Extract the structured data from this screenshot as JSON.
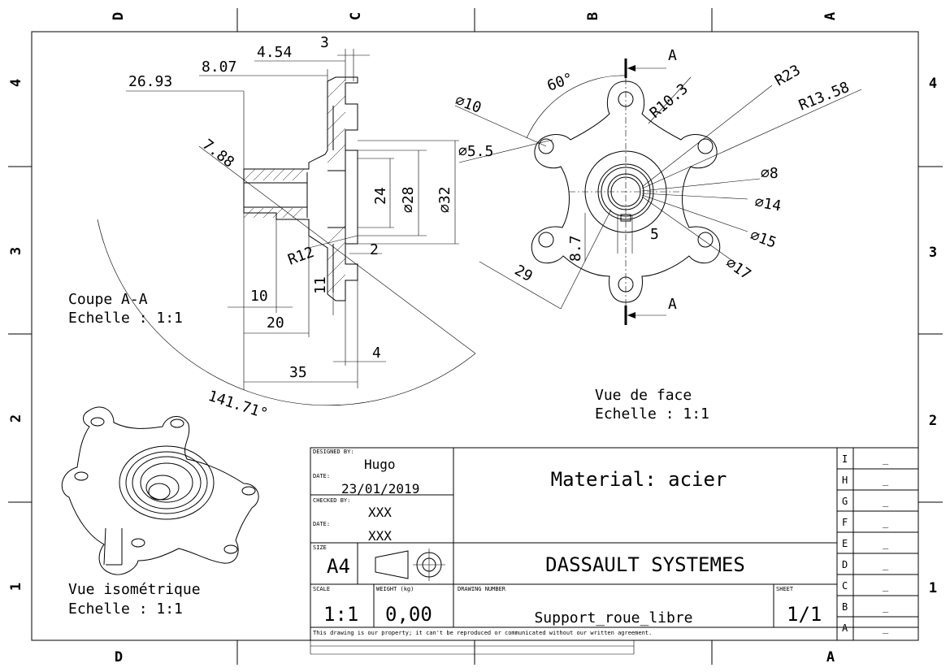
{
  "border": {
    "top_cols": [
      "D",
      "C",
      "B",
      "A"
    ],
    "bottom_cols": [
      "D",
      "A"
    ],
    "left_rows": [
      "4",
      "3",
      "2",
      "1"
    ],
    "right_rows": [
      "4",
      "3",
      "2",
      "1"
    ]
  },
  "section_view": {
    "title": "Coupe A-A",
    "scale": "Echelle :  1:1",
    "dims": {
      "d1": "26.93",
      "d2": "8.07",
      "d3": "4.54",
      "d4": "3",
      "d5": "7.88",
      "d6": "24",
      "d7": "⌀28",
      "d8": "⌀32",
      "d9": "R12",
      "d10": "2",
      "d11": "11",
      "d12": "10",
      "d13": "20",
      "d14": "35",
      "d15": "4",
      "d16": "141.71°"
    }
  },
  "front_view": {
    "title": "Vue de face",
    "scale": "Echelle :  1:1",
    "section_mark": "A",
    "dims": {
      "angle": "60°",
      "r1": "R10.3",
      "r2": "R23",
      "r3": "R13.58",
      "dia10": "⌀10",
      "dia55": "⌀5.5",
      "dia8": "⌀8",
      "dia14": "⌀14",
      "dia15": "⌀15",
      "dia17": "⌀17",
      "d5": "5",
      "d87": "8.7",
      "d29": "29"
    }
  },
  "iso_view": {
    "title": "Vue isométrique",
    "scale": "Echelle :  1:1"
  },
  "title_block": {
    "designed_by_label": "DESIGNED BY:",
    "designed_by": "Hugo",
    "date_label": "DATE:",
    "date": "23/01/2019",
    "checked_by_label": "CHECKED BY:",
    "checked_by": "XXX",
    "date2_label": "DATE:",
    "date2": "XXX",
    "material": "Material: acier",
    "company": "DASSAULT SYSTEMES",
    "size_label": "SIZE",
    "size": "A4",
    "scale_label": "SCALE",
    "scale": "1:1",
    "weight_label": "WEIGHT (kg)",
    "weight": "0,00",
    "drawing_number_label": "DRAWING NUMBER",
    "drawing_number": "Support_roue_libre",
    "sheet_label": "SHEET",
    "sheet": "1/1",
    "disclaimer": "This drawing is our property; it can't be reproduced or communicated without our written agreement.",
    "revisions": [
      {
        "letter": "I",
        "value": "_"
      },
      {
        "letter": "H",
        "value": "_"
      },
      {
        "letter": "G",
        "value": "_"
      },
      {
        "letter": "F",
        "value": "_"
      },
      {
        "letter": "E",
        "value": "_"
      },
      {
        "letter": "D",
        "value": "_"
      },
      {
        "letter": "C",
        "value": "_"
      },
      {
        "letter": "B",
        "value": "_"
      },
      {
        "letter": "A",
        "value": "_"
      }
    ]
  }
}
